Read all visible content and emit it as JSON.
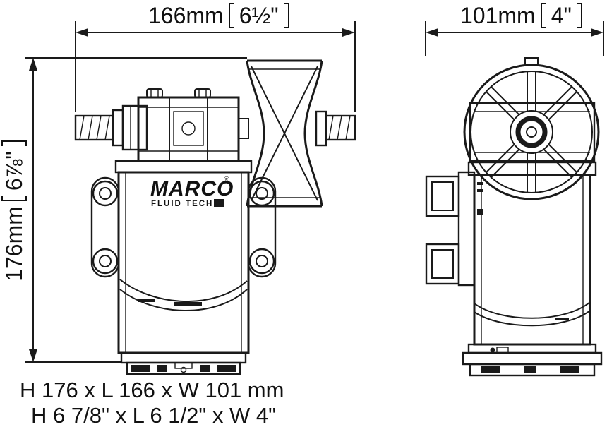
{
  "dims": {
    "length": {
      "mm": "166mm",
      "inch": "6½\""
    },
    "width": {
      "mm": "101mm",
      "inch": "4\""
    },
    "height": {
      "mm": "176mm",
      "inch": "6⅞\""
    }
  },
  "brand": {
    "name": "MARCO",
    "registered": "®",
    "sub": "FLUID TECH"
  },
  "footer": {
    "line1": "H 176 x L 166 x W 101 mm",
    "line2": "H 6 7/8\" x L 6 1/2\" x W 4\""
  },
  "colors": {
    "ink": "#1a1a1a",
    "background": "#ffffff"
  }
}
